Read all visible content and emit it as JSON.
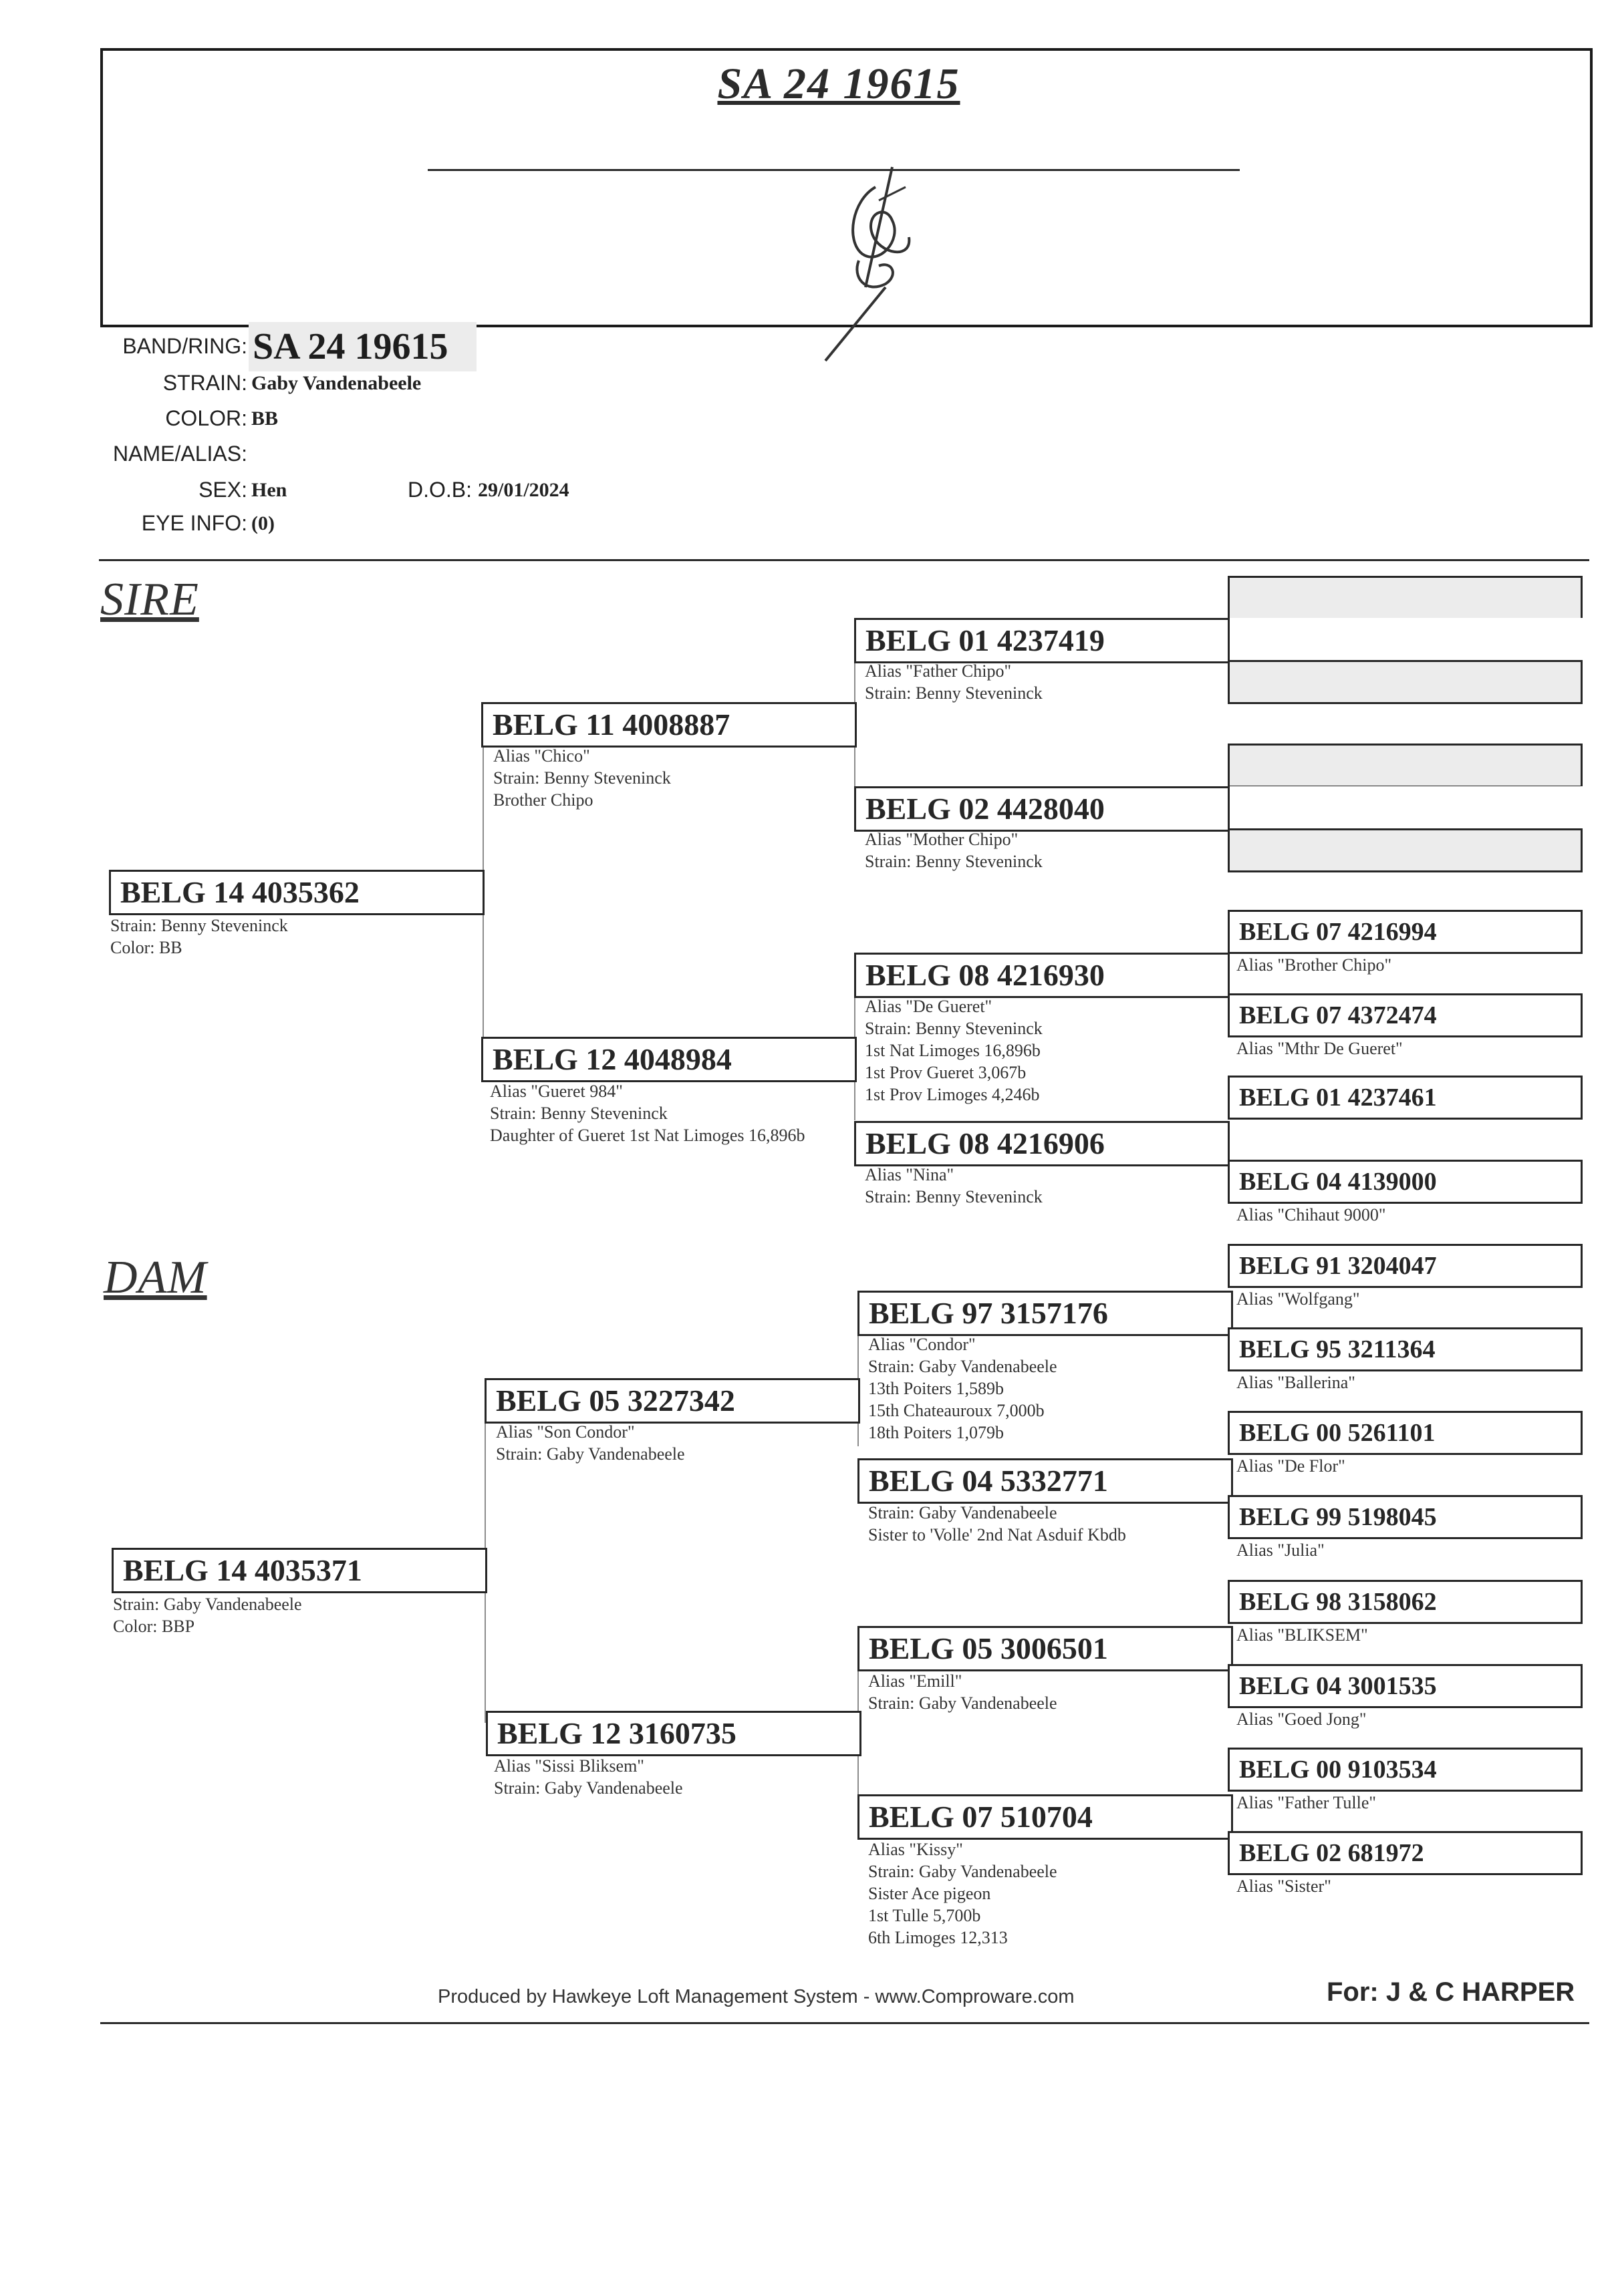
{
  "header": {
    "ring": "SA 24  19615"
  },
  "info": {
    "labels": {
      "band": "BAND/RING:",
      "strain": "STRAIN:",
      "color": "COLOR:",
      "name": "NAME/ALIAS:",
      "sex": "SEX:",
      "dob": "D.O.B:",
      "eye": "EYE INFO:"
    },
    "band": "SA 24  19615",
    "strain": "Gaby Vandenabeele",
    "color": "BB",
    "name": "",
    "sex": "Hen",
    "dob": "29/01/2024",
    "eye": "(0)"
  },
  "sections": {
    "sire": "SIRE",
    "dam": "DAM"
  },
  "sire": {
    "ring": "BELG 14  4035362",
    "lines": [
      "Strain: Benny Steveninck",
      "Color: BB"
    ],
    "father": {
      "ring": "BELG 11  4008887",
      "lines": [
        "Alias \"Chico\"",
        "Strain: Benny Steveninck",
        "Brother Chipo"
      ],
      "father": {
        "ring": "BELG 01  4237419",
        "lines": [
          "Alias \"Father Chipo\"",
          "Strain: Benny Steveninck"
        ]
      },
      "mother": {
        "ring": "BELG 02  4428040",
        "lines": [
          "Alias \"Mother Chipo\"",
          "Strain: Benny Steveninck"
        ]
      }
    },
    "mother": {
      "ring": "BELG 12  4048984",
      "lines": [
        "Alias \"Gueret 984\"",
        "Strain: Benny Steveninck",
        "Daughter of Gueret 1st Nat Limoges 16,896b"
      ],
      "father": {
        "ring": "BELG 08  4216930",
        "lines": [
          "Alias \"De Gueret\"",
          "Strain: Benny Steveninck",
          "1st Nat Limoges 16,896b",
          "1st Prov Gueret 3,067b",
          "1st Prov Limoges 4,246b"
        ]
      },
      "mother": {
        "ring": "BELG 08  4216906",
        "lines": [
          "Alias \"Nina\"",
          "Strain: Benny Steveninck"
        ]
      }
    }
  },
  "dam": {
    "ring": "BELG 14  4035371",
    "lines": [
      "Strain: Gaby Vandenabeele",
      "Color: BBP"
    ],
    "father": {
      "ring": "BELG 05  3227342",
      "lines": [
        "Alias \"Son Condor\"",
        "Strain: Gaby Vandenabeele"
      ],
      "father": {
        "ring": "BELG 97  3157176",
        "lines": [
          "Alias \"Condor\"",
          "Strain: Gaby Vandenabeele",
          "13th Poiters 1,589b",
          "15th Chateauroux 7,000b",
          "18th Poiters 1,079b"
        ]
      },
      "mother": {
        "ring": "BELG 04  5332771",
        "lines": [
          "Strain: Gaby Vandenabeele",
          "Sister to 'Volle' 2nd Nat Asduif Kbdb"
        ]
      }
    },
    "mother": {
      "ring": "BELG 12  3160735",
      "lines": [
        "Alias \"Sissi Bliksem\"",
        "Strain: Gaby Vandenabeele"
      ],
      "father": {
        "ring": "BELG 05  3006501",
        "lines": [
          "Alias \"Emill\"",
          "Strain: Gaby Vandenabeele"
        ]
      },
      "mother": {
        "ring": "BELG 07  510704",
        "lines": [
          "Alias \"Kissy\"",
          "Strain: Gaby Vandenabeele",
          "Sister Ace pigeon",
          "1st Tulle 5,700b",
          "6th Limoges 12,313"
        ]
      }
    }
  },
  "generation4": [
    {
      "ring": "",
      "alias": ""
    },
    {
      "ring": "",
      "alias": ""
    },
    {
      "ring": "",
      "alias": ""
    },
    {
      "ring": "",
      "alias": ""
    },
    {
      "ring": "BELG 07  4216994",
      "alias": "Alias \"Brother Chipo\""
    },
    {
      "ring": "BELG 07  4372474",
      "alias": "Alias \"Mthr De Gueret\""
    },
    {
      "ring": "BELG 01  4237461",
      "alias": ""
    },
    {
      "ring": "BELG 04  4139000",
      "alias": "Alias \"Chihaut 9000\""
    },
    {
      "ring": "BELG 91  3204047",
      "alias": "Alias \"Wolfgang\""
    },
    {
      "ring": "BELG 95  3211364",
      "alias": "Alias \"Ballerina\""
    },
    {
      "ring": "BELG 00  5261101",
      "alias": "Alias \"De Flor\""
    },
    {
      "ring": "BELG 99  5198045",
      "alias": "Alias \"Julia\""
    },
    {
      "ring": "BELG 98  3158062",
      "alias": "Alias \"BLIKSEM\""
    },
    {
      "ring": "BELG 04  3001535",
      "alias": "Alias \"Goed Jong\""
    },
    {
      "ring": "BELG 00  9103534",
      "alias": "Alias \"Father Tulle\""
    },
    {
      "ring": "BELG 02  681972",
      "alias": "Alias \"Sister\""
    }
  ],
  "footer": {
    "produced_by": "Produced by Hawkeye Loft Management System - www.Comproware.com",
    "for": "For: J & C HARPER"
  }
}
